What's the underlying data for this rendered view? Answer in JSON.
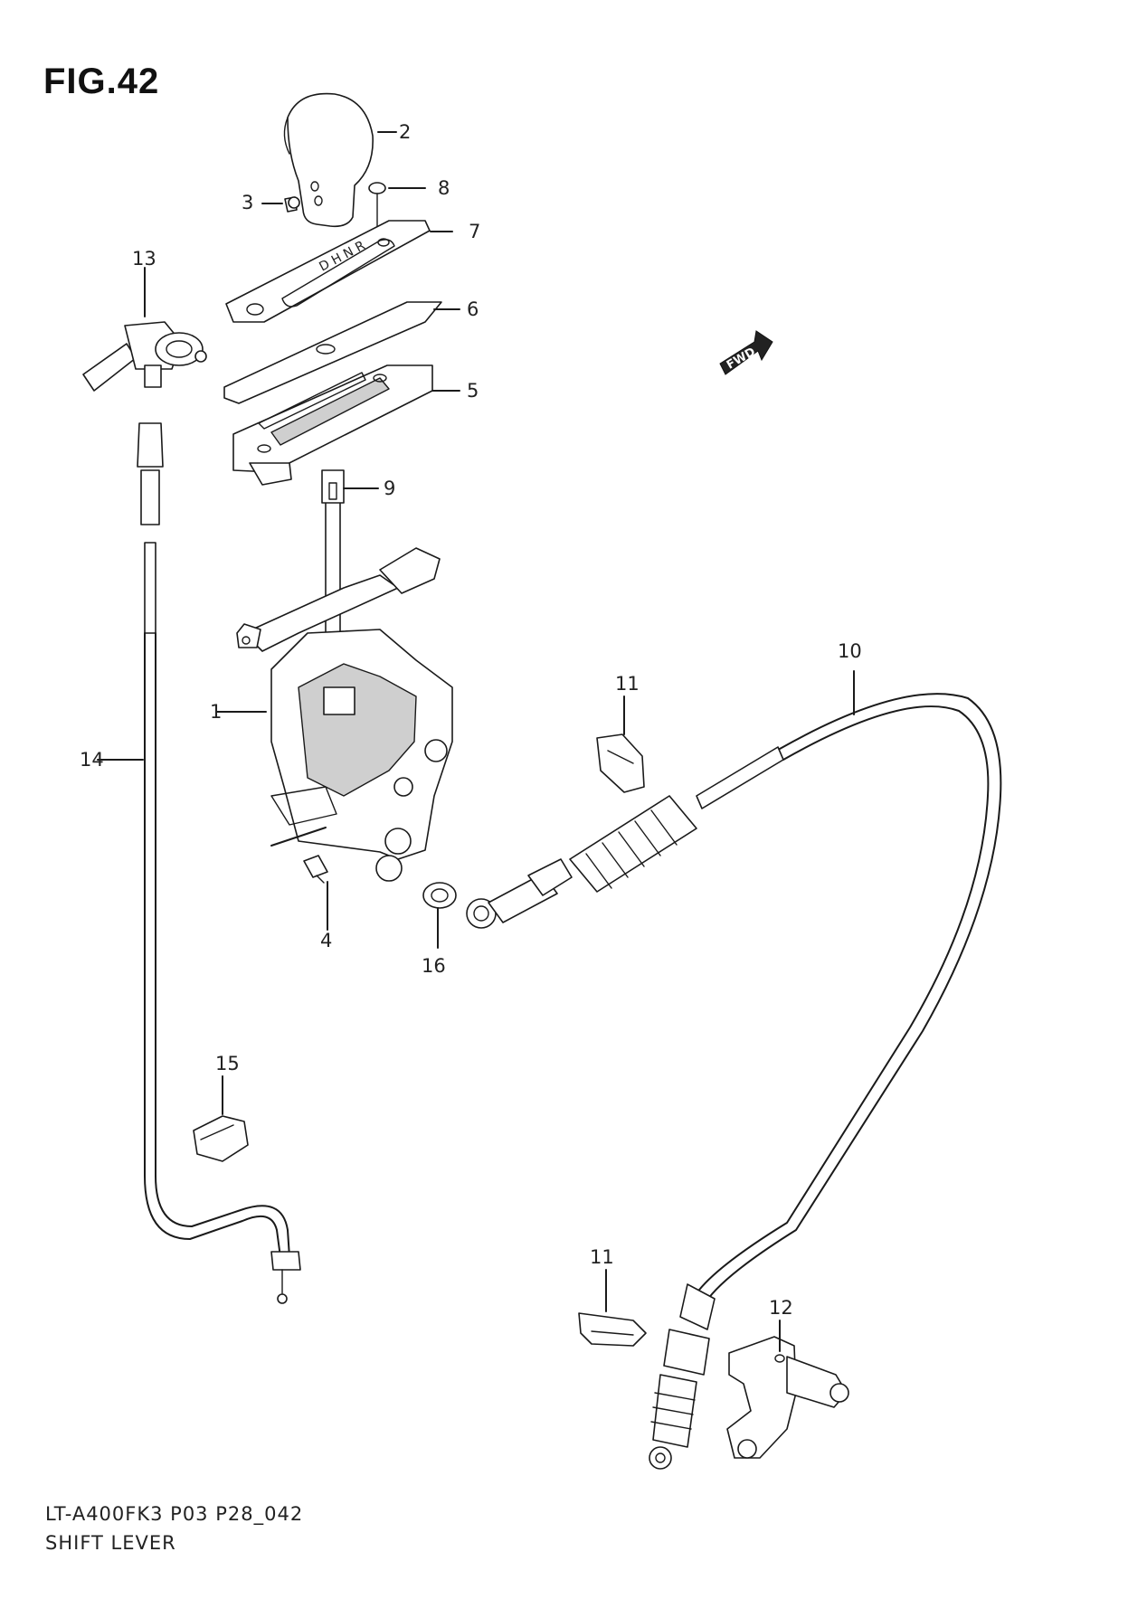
{
  "figure": {
    "title": "FIG.42"
  },
  "fwd_arrow": {
    "label": "FWD"
  },
  "callouts": [
    {
      "id": "c1",
      "label": "1"
    },
    {
      "id": "c2",
      "label": "2"
    },
    {
      "id": "c3",
      "label": "3"
    },
    {
      "id": "c4",
      "label": "4"
    },
    {
      "id": "c5",
      "label": "5"
    },
    {
      "id": "c6",
      "label": "6"
    },
    {
      "id": "c7",
      "label": "7"
    },
    {
      "id": "c8",
      "label": "8"
    },
    {
      "id": "c9",
      "label": "9"
    },
    {
      "id": "c10",
      "label": "10"
    },
    {
      "id": "c11a",
      "label": "11"
    },
    {
      "id": "c11b",
      "label": "11"
    },
    {
      "id": "c12",
      "label": "12"
    },
    {
      "id": "c13",
      "label": "13"
    },
    {
      "id": "c14",
      "label": "14"
    },
    {
      "id": "c15",
      "label": "15"
    },
    {
      "id": "c16",
      "label": "16"
    }
  ],
  "footer": {
    "code": "LT-A400FK3 P03 P28_042",
    "caption": "SHIFT LEVER"
  }
}
